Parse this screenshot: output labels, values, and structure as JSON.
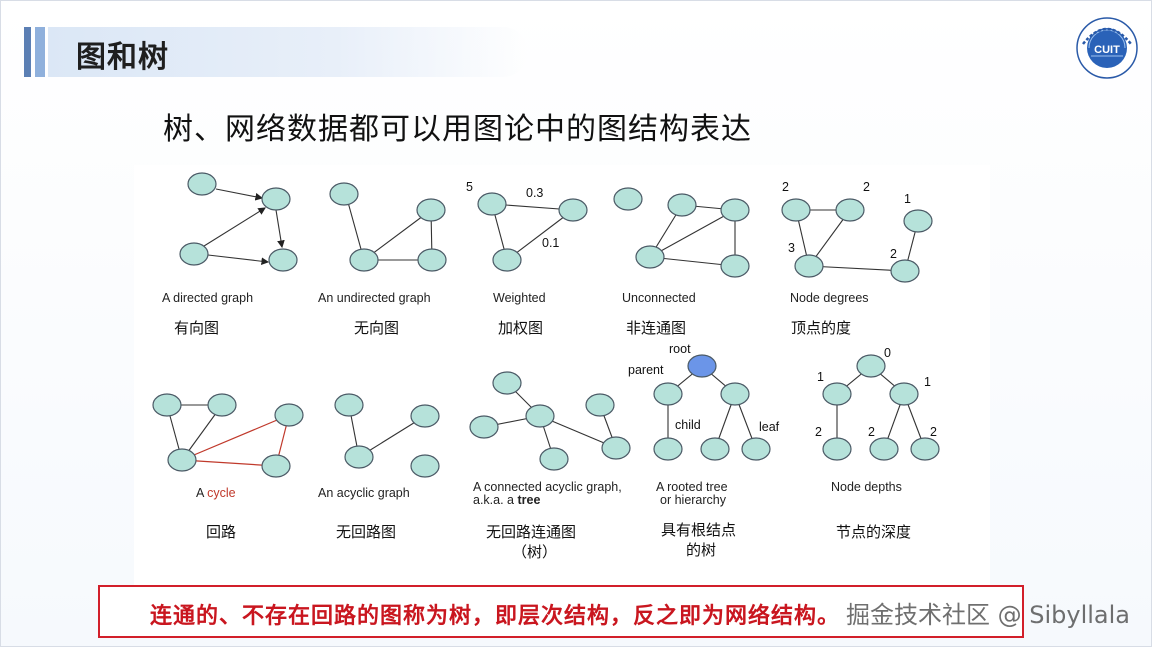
{
  "header": {
    "title": "图和树"
  },
  "logo": {
    "text": "CUIT",
    "icon": "university-seal"
  },
  "subtitle": "树、网络数据都可以用图论中的图结构表达",
  "figure": {
    "row1": [
      {
        "en": "A directed graph",
        "zh": "有向图"
      },
      {
        "en": "An undirected graph",
        "zh": "无向图"
      },
      {
        "en": "Weighted",
        "zh": "加权图",
        "labels": [
          "5",
          "0.3",
          "0.1"
        ]
      },
      {
        "en": "Unconnected",
        "zh": "非连通图"
      },
      {
        "en": "Node degrees",
        "zh": "顶点的度",
        "labels": [
          "2",
          "2",
          "1",
          "3",
          "2"
        ]
      }
    ],
    "row2": [
      {
        "en_prefix": "A ",
        "en_highlight": "cycle",
        "zh": "回路"
      },
      {
        "en": "An acyclic graph",
        "zh": "无回路图"
      },
      {
        "en_line1": "A connected acyclic graph,",
        "en_line2_prefix": "a.k.a. a ",
        "en_line2_bold": "tree",
        "zh_line1": "无回路连通图",
        "zh_line2": "（树）"
      },
      {
        "labels": [
          "root",
          "parent",
          "child",
          "leaf"
        ],
        "en_line1": "A rooted tree",
        "en_line2": "or hierarchy",
        "zh_line1": "具有根结点",
        "zh_line2": "的树"
      },
      {
        "en": "Node depths",
        "zh": "节点的深度",
        "labels": [
          "0",
          "1",
          "1",
          "2",
          "2",
          "2"
        ]
      }
    ]
  },
  "conclusion": "连通的、不存在回路的图称为树，即层次结构，反之即为网络结构。",
  "watermark": "掘金技术社区 @ Sibyllala",
  "colors": {
    "node_fill": "#b6e2da",
    "root_fill": "#6b95e8",
    "cycle": "#c0392b",
    "alert": "#d21f2a"
  }
}
